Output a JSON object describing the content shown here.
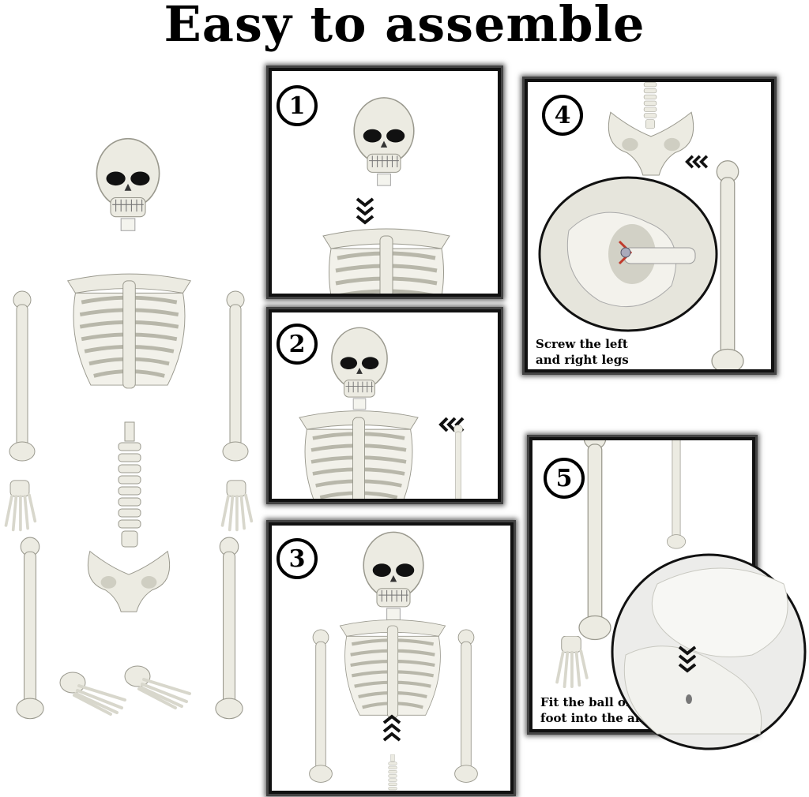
{
  "title": "Easy to assemble",
  "steps": [
    {
      "number": "1",
      "caption": ""
    },
    {
      "number": "2",
      "caption": ""
    },
    {
      "number": "3",
      "caption": ""
    },
    {
      "number": "4",
      "caption_line1": "Screw the left",
      "caption_line2": "and right legs"
    },
    {
      "number": "5",
      "caption_line1": "Fit the ball of the",
      "caption_line2": "foot into the ankle"
    }
  ],
  "colors": {
    "bone": "#ecebe2",
    "bone_shadow": "#c9c8bb",
    "ink": "#000000",
    "arrow": "#111111"
  }
}
